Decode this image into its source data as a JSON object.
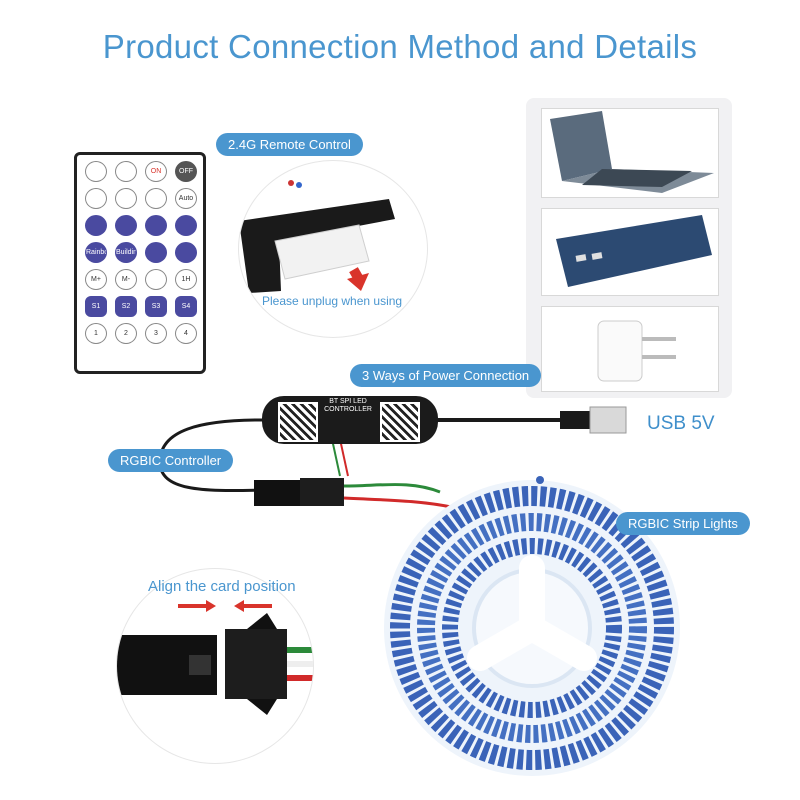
{
  "title": "Product Connection Method and Details",
  "labels": {
    "remote": "2.4G Remote Control",
    "unplug": "Please unplug when using",
    "power": "3 Ways of Power Connection",
    "controller": "RGBIC Controller",
    "strip": "RGBIC Strip Lights",
    "usb": "USB 5V",
    "align": "Align the card position"
  },
  "controller_print": {
    "line1": "BT SPI  LED",
    "line2": "CONTROLLER"
  },
  "remote_buttons": [
    "",
    "",
    "ON",
    "OFF",
    "",
    "",
    "",
    "Auto",
    "",
    "",
    "",
    "",
    "Rainbow",
    "Building Blocks",
    "",
    "",
    "M+",
    "M-",
    "",
    "1H",
    "S1",
    "S2",
    "S3",
    "S4",
    "1",
    "2",
    "3",
    "4"
  ],
  "colors": {
    "accent": "#4a96cf",
    "strip": "#3a63b8",
    "arrow": "#d9342b"
  },
  "icons": [
    "laptop-icon",
    "power-bank-icon",
    "usb-adapter-icon"
  ]
}
